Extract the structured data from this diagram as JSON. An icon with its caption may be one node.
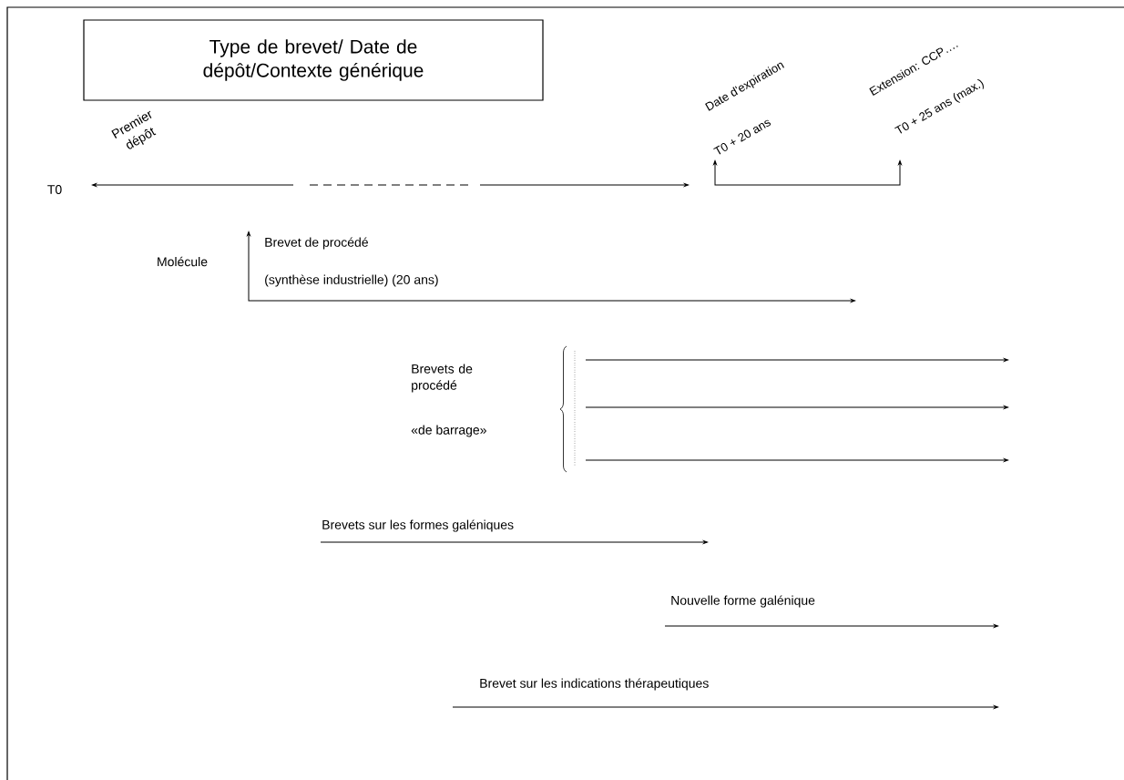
{
  "diagram": {
    "nodes": [
      {
        "text": [
          "Type de brevet/ Date de dépôt/Contexte générique"
        ]
      }
    ],
    "labels": [
      "Premier dépôt",
      "Date d'expiration",
      "Extension: CCP….",
      "T0 + 20 ans",
      "T0 + 25 ans (max.)",
      "T0",
      "Molécule",
      "Brevet de procédé",
      "(synthèse industrielle)  (20 ans)",
      "Brevets de procédé",
      "«de barrage»",
      "Brevets sur les formes galéniques",
      "Nouvelle forme galénique",
      "Brevet sur les indications thérapeutiques"
    ]
  }
}
